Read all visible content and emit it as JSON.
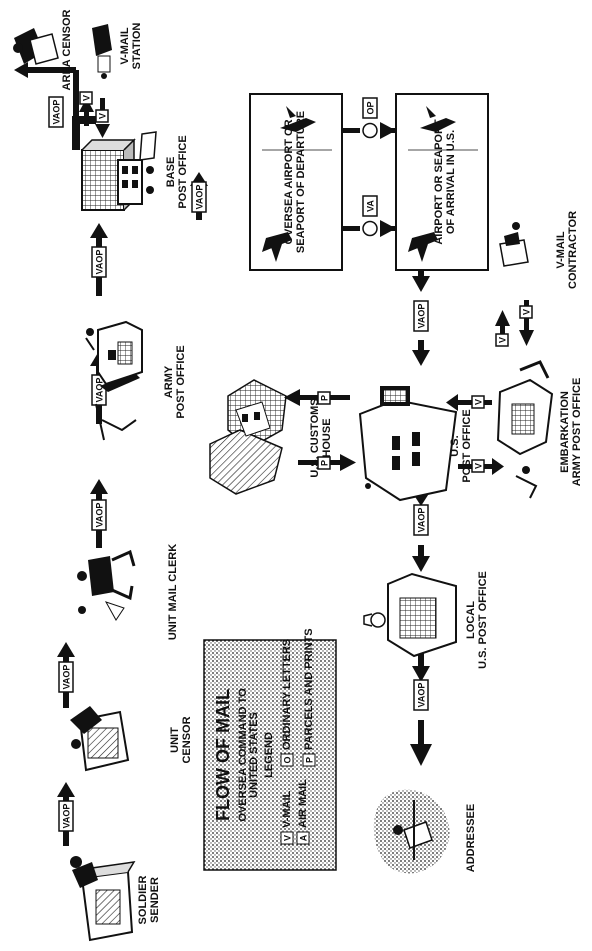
{
  "labels": {
    "soldier_sender": [
      "SOLDIER",
      "SENDER"
    ],
    "unit_censor": [
      "UNIT",
      "CENSOR"
    ],
    "unit_mail_clerk": "UNIT MAIL CLERK",
    "army_post_office": [
      "ARMY",
      "POST OFFICE"
    ],
    "base_post_office": [
      "BASE",
      "POST OFFICE"
    ],
    "area_censor": "AREA CENSOR",
    "vmail_station": [
      "V-MAIL",
      "STATION"
    ],
    "oversea_port": [
      "OVERSEA AIRPORT OR",
      "SEAPORT OF DEPARTURE"
    ],
    "us_port": [
      "AIRPORT OR SEAPORT",
      "OF ARRIVAL IN U.S."
    ],
    "us_customs_house": [
      "U.S. CUSTOMS",
      "HOUSE"
    ],
    "us_post_office": [
      "U.S.",
      "POST OFFICE"
    ],
    "vmail_contractor": [
      "V-MAIL",
      "CONTRACTOR"
    ],
    "embarkation_apo": [
      "EMBARKATION",
      "ARMY POST OFFICE"
    ],
    "local_post_office": [
      "LOCAL",
      "U.S. POST OFFICE"
    ],
    "addressee": "ADDRESSEE"
  },
  "mail_codes": {
    "all": "VAOP",
    "v": "V",
    "a": "A",
    "p": "P",
    "va": "VA",
    "op": "OP"
  },
  "legend": {
    "title": "FLOW OF MAIL",
    "subtitle": [
      "OVERSEA COMMAND TO",
      "UNITED STATES"
    ],
    "heading": "LEGEND",
    "items": [
      {
        "key": "V",
        "text": "V-MAIL"
      },
      {
        "key": "A",
        "text": "AIR MAIL"
      },
      {
        "key": "O",
        "text": "ORDINARY LETTERS"
      },
      {
        "key": "P",
        "text": "PARCELS AND PRINTS"
      }
    ]
  }
}
